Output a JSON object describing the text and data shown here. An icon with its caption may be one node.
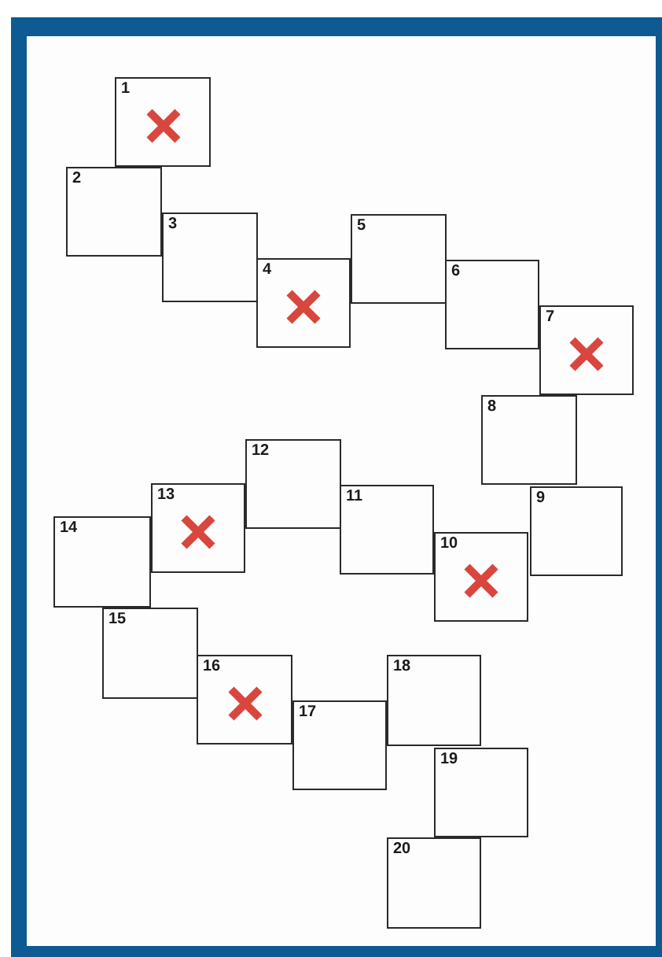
{
  "diagram": {
    "nodes": [
      {
        "text": [
          "1"
        ]
      },
      {
        "text": [
          "2"
        ]
      },
      {
        "text": [
          "3"
        ]
      },
      {
        "text": [
          "4"
        ]
      },
      {
        "text": [
          "5"
        ]
      },
      {
        "text": [
          "6"
        ]
      },
      {
        "text": [
          "7"
        ]
      },
      {
        "text": [
          "8"
        ]
      },
      {
        "text": [
          "9"
        ]
      },
      {
        "text": [
          "10"
        ]
      },
      {
        "text": [
          "11"
        ]
      },
      {
        "text": [
          "12"
        ]
      },
      {
        "text": [
          "13"
        ]
      },
      {
        "text": [
          "14"
        ]
      },
      {
        "text": [
          "15"
        ]
      },
      {
        "text": [
          "16"
        ]
      },
      {
        "text": [
          "17"
        ]
      },
      {
        "text": [
          "18"
        ]
      },
      {
        "text": [
          "19"
        ]
      },
      {
        "text": [
          "20"
        ]
      }
    ]
  }
}
